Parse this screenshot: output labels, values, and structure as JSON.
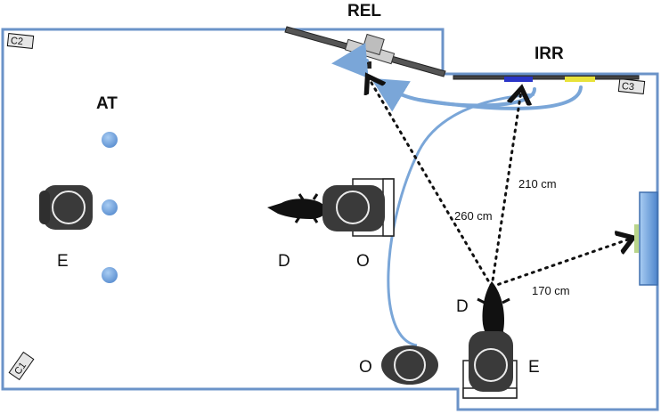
{
  "labels": {
    "rel": "REL",
    "irr": "IRR",
    "at": "AT",
    "e_left": "E",
    "d_left": "D",
    "o_left": "O",
    "d_right": "D",
    "o_bottom": "O",
    "e_bottom": "E"
  },
  "corners": {
    "c1": "C1",
    "c2": "C2",
    "c3": "C3"
  },
  "distances": {
    "d1": "260 cm",
    "d2": "210 cm",
    "d3": "170 cm"
  },
  "colors": {
    "wall": "#6b93c8",
    "arrow": "#7aa6d8",
    "dot": "#6ea1dd",
    "person": "#3a3a3a",
    "blue_marker": "#2a35c8",
    "yellow_marker": "#e8e23a",
    "screen": "#7fb0e6"
  }
}
